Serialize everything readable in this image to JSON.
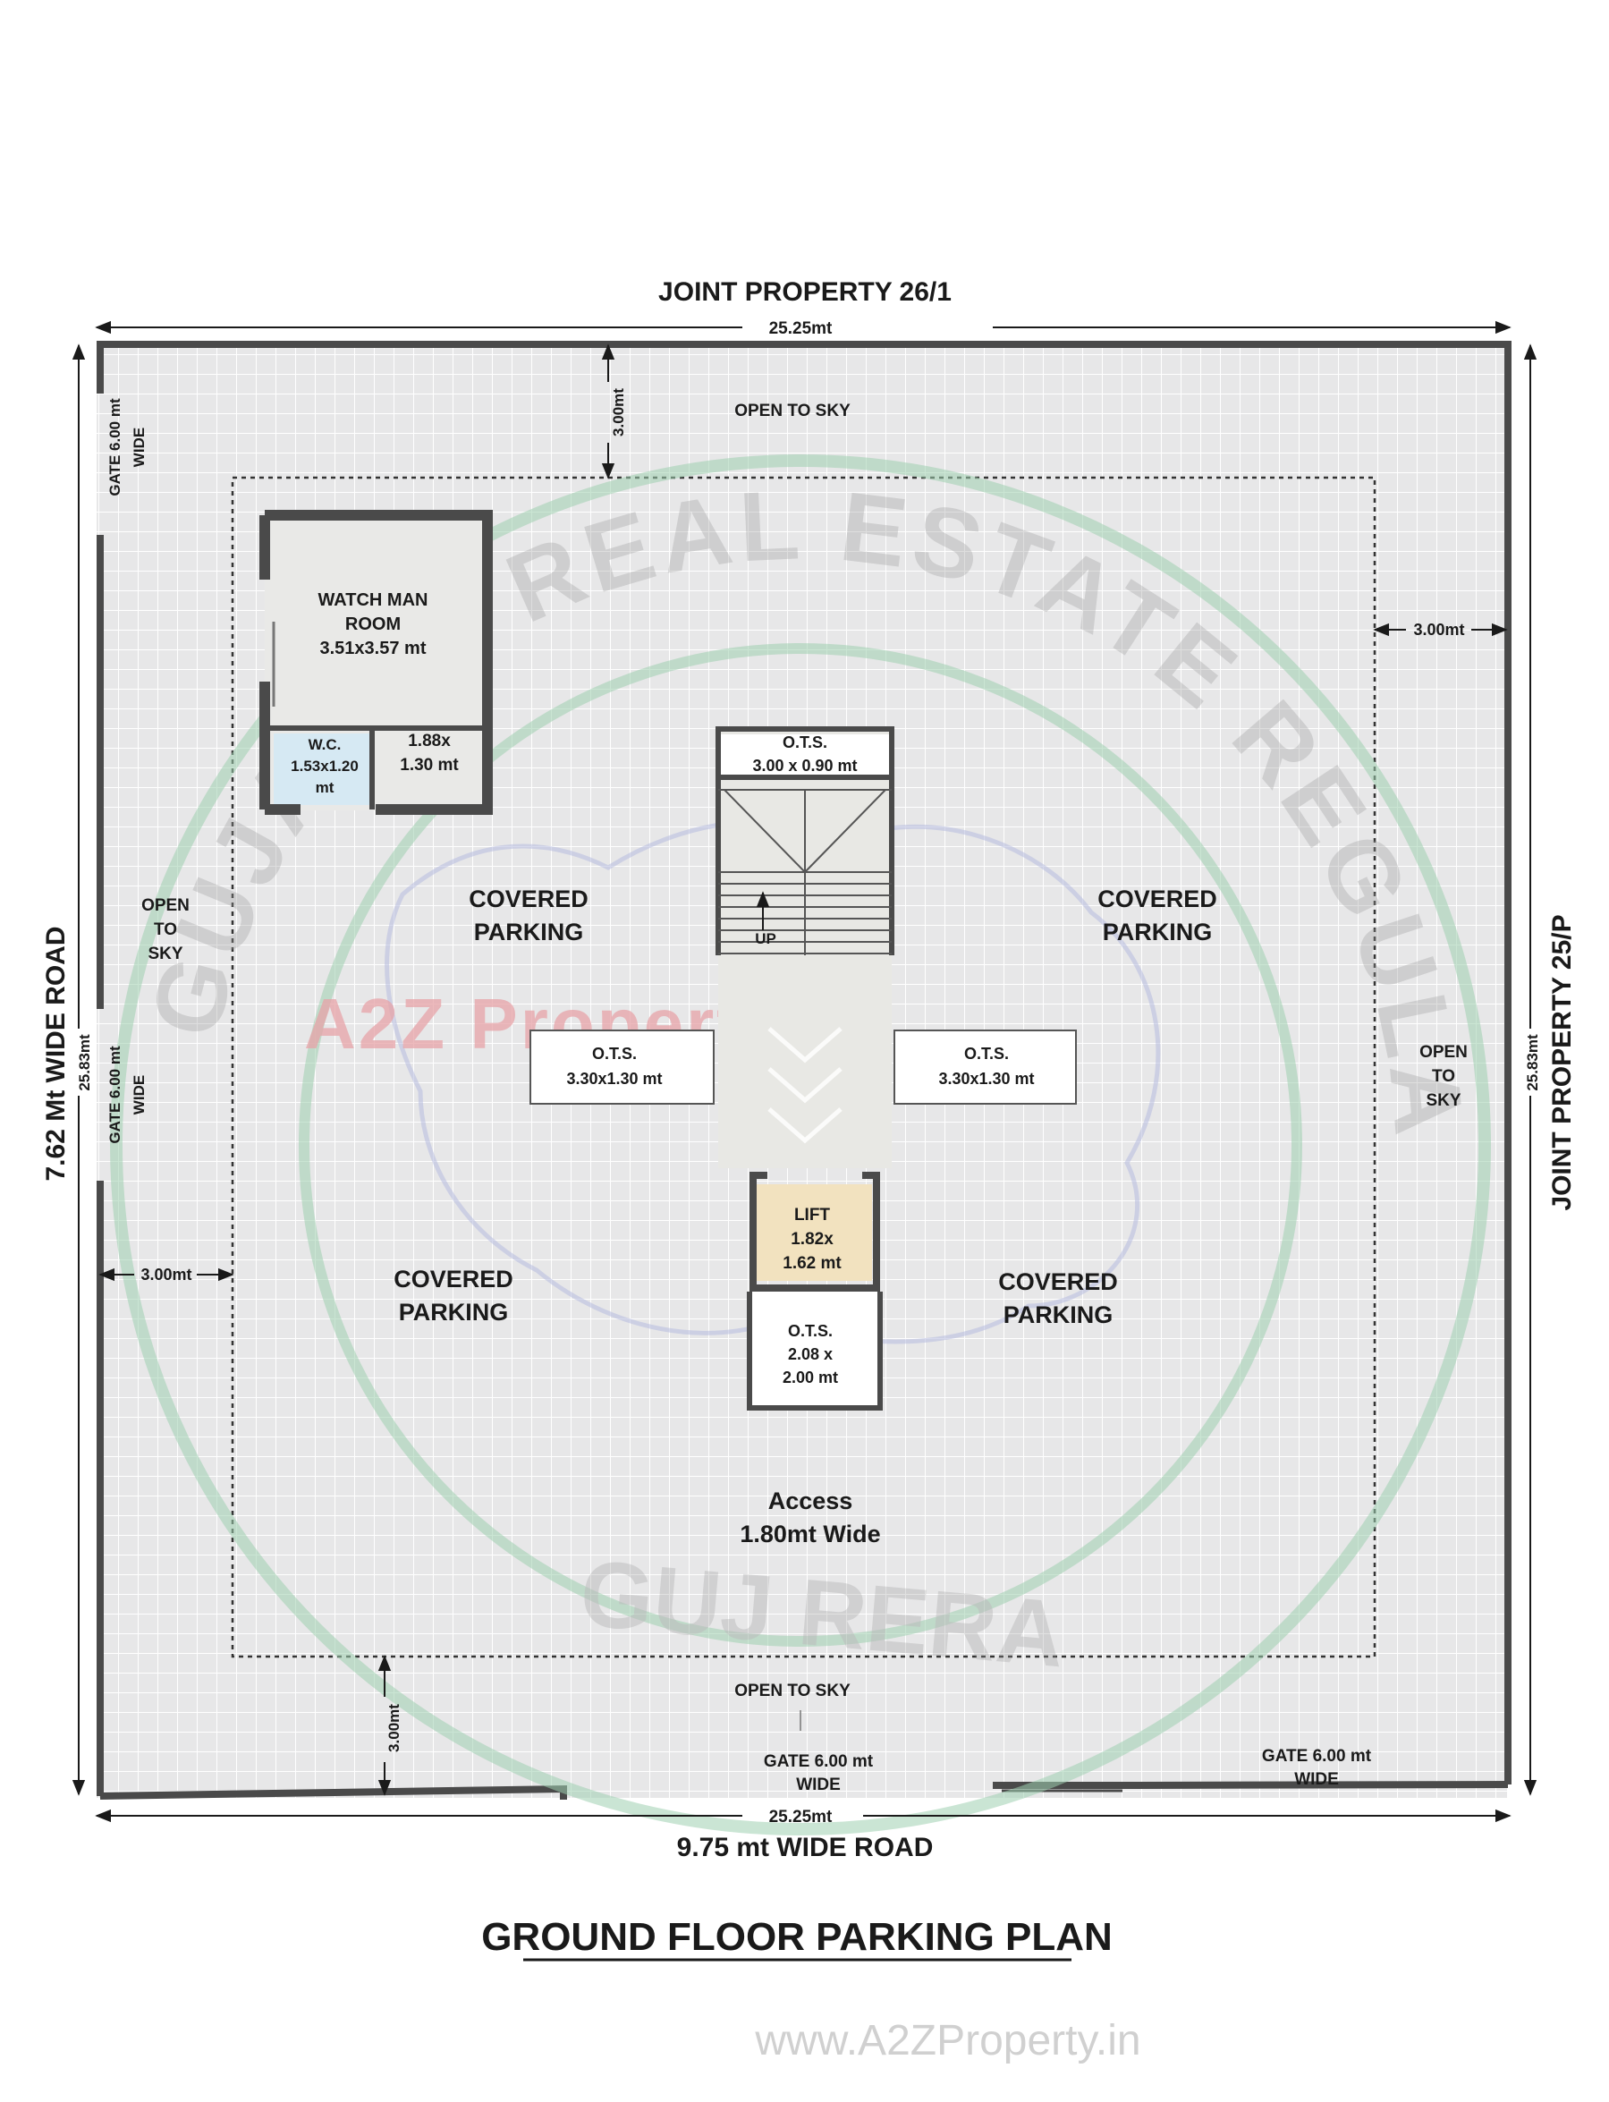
{
  "top_boundary": {
    "label": "JOINT PROPERTY 26/1",
    "dimension": "25.25mt"
  },
  "bottom_boundary": {
    "label": "9.75 mt WIDE ROAD",
    "dimension": "25.25mt"
  },
  "left_boundary": {
    "label": "7.62 Mt WIDE ROAD",
    "dimension": "25.83mt"
  },
  "right_boundary": {
    "label": "JOINT PROPERTY 25/P",
    "dimension": "25.83mt"
  },
  "setbacks": {
    "top": "3.00mt",
    "left": "3.00mt",
    "right": "3.00mt",
    "bottom": "3.00mt"
  },
  "gates": {
    "left_top": {
      "line1": "GATE 6.00 mt",
      "line2": "WIDE"
    },
    "left_middle": {
      "line1": "GATE 6.00 mt",
      "line2": "WIDE"
    },
    "bottom_center": {
      "line1": "GATE 6.00 mt",
      "line2": "WIDE"
    },
    "bottom_right": {
      "line1": "GATE 6.00 mt",
      "line2": "WIDE"
    }
  },
  "open_to_sky": {
    "top": "OPEN TO SKY",
    "bottom": "OPEN TO SKY",
    "left": [
      "OPEN",
      "TO",
      "SKY"
    ],
    "right": [
      "OPEN",
      "TO",
      "SKY"
    ]
  },
  "watchman_room": {
    "line1": "WATCH MAN",
    "line2": "ROOM",
    "line3": "3.51x3.57 mt"
  },
  "wc": {
    "line1": "W.C.",
    "line2": "1.53x1.20",
    "line3": "mt"
  },
  "small_room": {
    "line1": "1.88x",
    "line2": "1.30 mt"
  },
  "ots_top": {
    "line1": "O.T.S.",
    "line2": "3.00 x 0.90   mt"
  },
  "ots_left": {
    "line1": "O.T.S.",
    "line2": "3.30x1.30  mt"
  },
  "ots_right": {
    "line1": "O.T.S.",
    "line2": "3.30x1.30  mt"
  },
  "ots_bottom": {
    "line1": "O.T.S.",
    "line2": "2.08 x",
    "line3": "2.00  mt"
  },
  "stair_label": "UP",
  "lift": {
    "line1": "LIFT",
    "line2": "1.82x",
    "line3": "1.62 mt"
  },
  "covered_parking": {
    "line1": "COVERED",
    "line2": "PARKING"
  },
  "access": {
    "line1": "Access",
    "line2": "1.80mt Wide"
  },
  "plan_title": "GROUND FLOOR PARKING PLAN",
  "watermark_logo": "A2Z Property",
  "watermark_url": "www.A2ZProperty.in",
  "seal_text": {
    "arc": "GUJARAT REAL ESTATE REGULATORY AUTHORITY",
    "bottom": "GUJ RERA"
  },
  "colors": {
    "paving": "#e9e9ea",
    "wall": "#4a4a4a",
    "lift": "#f2e2bf",
    "wc": "#d6e9f3",
    "seal": "#9fd0b0",
    "stair": "#e8e8e4"
  }
}
